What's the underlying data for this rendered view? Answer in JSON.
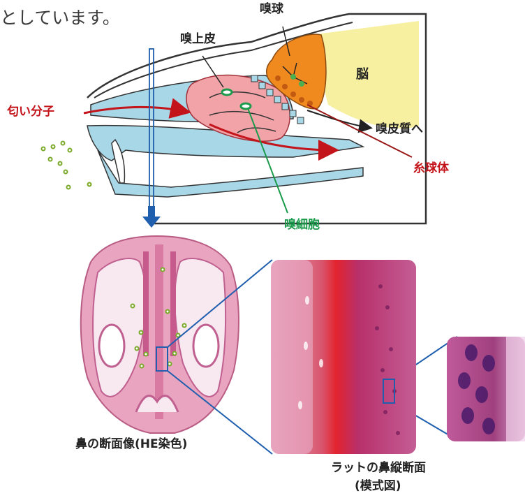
{
  "intro_text": "としています。",
  "labels": {
    "olfactory_bulb": "嗅球",
    "olfactory_epithelium": "嗅上皮",
    "brain": "脳",
    "odor_molecules": "匂い分子",
    "to_olfactory_cortex": "嗅皮質へ",
    "glomerulus": "糸球体",
    "olfactory_cell": "嗅細胞",
    "nose_cross_section": "鼻の断面像(HE染色)",
    "rat_nose_longitudinal_line1": "ラットの鼻縦断面",
    "rat_nose_longitudinal_line2": "(模式図)"
  },
  "colors": {
    "bulb": "#f08a1e",
    "epithelium": "#f2a3a7",
    "brain": "#f6f0a0",
    "airway": "#a8d8e8",
    "odor_arrow": "#c4141b",
    "olfactory_cell_line": "#1a9a4a",
    "section_arrow": "#1f5fae",
    "odor_dots": "#7aaa2a"
  },
  "icons": {
    "section_arrow": "down-arrow-icon"
  }
}
